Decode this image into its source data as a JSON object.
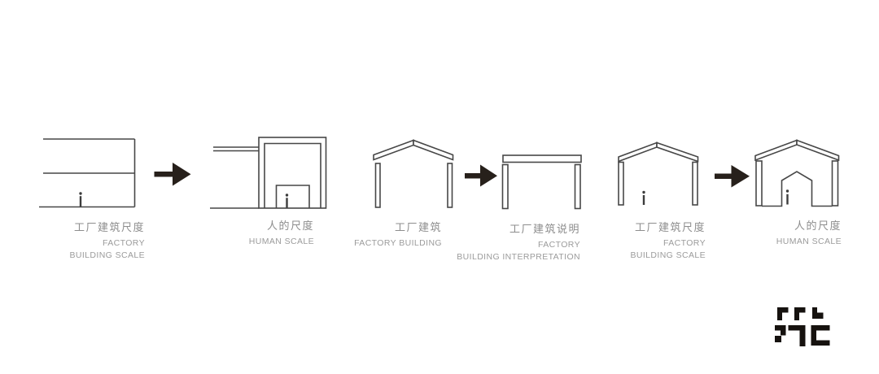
{
  "page": {
    "background_color": "#ffffff",
    "description": "Architectural concept diagram strip: factory building scale transformed to human scale"
  },
  "palette": {
    "line_color": "#474747",
    "arrow_color": "#27201b",
    "label_zh_color": "#8d8d8d",
    "label_en_color": "#9b9b9b",
    "logo_color": "#16120f"
  },
  "icons": {
    "arrow": "right-arrow-icon",
    "human": "human-figure-icon",
    "logo": "studio-logo-icon"
  },
  "labels": [
    {
      "zh": "工厂建筑尺度",
      "en_lines": [
        "FACTORY",
        "BUILDING SCALE"
      ]
    },
    {
      "zh": "人的尺度",
      "en_lines": [
        "HUMAN SCALE"
      ]
    },
    {
      "zh": "工厂建筑",
      "en_lines": [
        "FACTORY BUILDING"
      ]
    },
    {
      "zh": "工厂建筑说明",
      "en_lines": [
        "FACTORY",
        "BUILDING INTERPRETATION"
      ]
    },
    {
      "zh": "工厂建筑尺度",
      "en_lines": [
        "FACTORY",
        "BUILDING SCALE"
      ]
    },
    {
      "zh": "人的尺度",
      "en_lines": [
        "HUMAN SCALE"
      ]
    }
  ]
}
